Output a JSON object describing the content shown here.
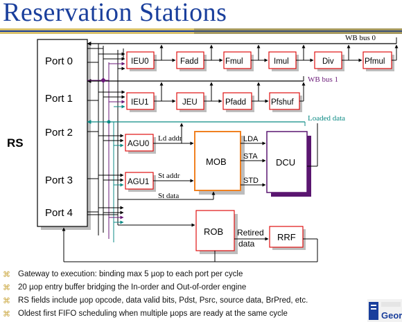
{
  "title": "Reservation Stations",
  "rs_label": "RS",
  "ports": [
    "Port 0",
    "Port 1",
    "Port 2",
    "Port 3",
    "Port 4"
  ],
  "units_row0": [
    "IEU0",
    "Fadd",
    "Fmul",
    "Imul",
    "Div",
    "Pfmul"
  ],
  "units_row1": [
    "IEU1",
    "JEU",
    "Pfadd",
    "Pfshuf"
  ],
  "agu": [
    "AGU0",
    "AGU1"
  ],
  "mob": "MOB",
  "dcu": "DCU",
  "rob": "ROB",
  "rrf": "RRF",
  "bus_labels": {
    "wb0": "WB bus 0",
    "wb1": "WB bus 1",
    "loaded": "Loaded data",
    "ld_addr": "Ld addr",
    "st_addr": "St addr",
    "st_data": "St data",
    "lda": "LDA",
    "sta": "STA",
    "std": "STD",
    "retired": "Retired",
    "data": "data"
  },
  "bullets": [
    "Gateway to execution: binding max 5 µop to each port per cycle",
    "20 µop entry buffer bridging the In-order and Out-of-order engine",
    "RS fields include µop opcode, data valid bits, Pdst, Psrc, source data, BrPred, etc.",
    "Oldest first FIFO scheduling when multiple µops are ready at the same cycle"
  ],
  "bullet_icon": "command-key-icon",
  "logo_text": "Geor",
  "colors": {
    "title": "#1a3f9c",
    "unit_border": "#e01010",
    "mob_border": "#f08020",
    "dcu_border": "#5a1670",
    "teal": "#0b8a84",
    "purple": "#6a1a78"
  }
}
